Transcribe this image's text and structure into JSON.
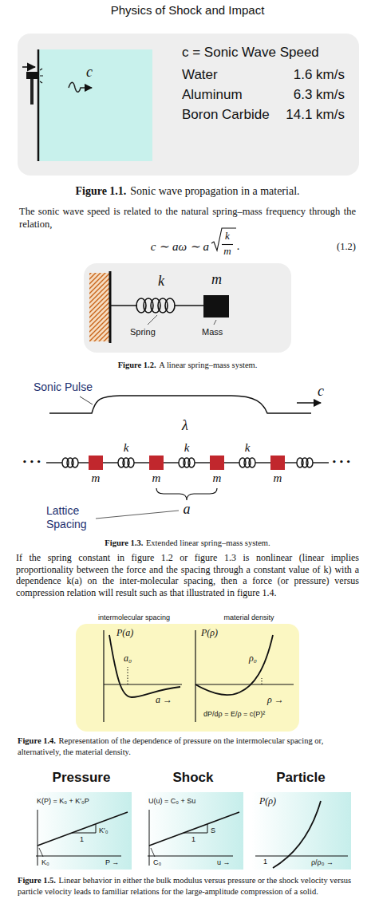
{
  "diagram": {
    "title": "Physics of Shock and Impact",
    "nodes": [
      {
        "text": [
          "c = Sonic Wave Speed",
          "Water",
          "1.6 km/s",
          "Aluminum",
          "6.3 km/s",
          "Boron Carbide",
          "14.1 km/s"
        ]
      },
      {
        "text": [
          "c"
        ],
        "in": 0
      },
      {
        "text": [
          "k",
          "m",
          "Spring",
          "Mass"
        ]
      },
      {
        "text": [
          "P(a)",
          "a₀",
          "a →",
          "P(ρ)",
          "ρ₀",
          "ρ →",
          "dP/dρ = E/ρ = c(P)²"
        ]
      },
      {
        "text": [
          "Pressure",
          "K(P) = K₀ + K′₀P",
          "K′₀",
          "1",
          "K₀",
          "P →"
        ]
      },
      {
        "text": [
          "Shock",
          "U(u) = C₀ + Su",
          "S",
          "1",
          "C₀",
          "u →"
        ]
      },
      {
        "text": [
          "Particle",
          "P(ρ)",
          "ρ/ρ₀ →",
          "1"
        ]
      }
    ],
    "labels": [
      "Figure 1.1.",
      "Sonic wave propagation in a material.",
      "The sonic wave speed is related to the natural spring–mass frequency through the relation,",
      "c ∼ aω ∼ a",
      "k",
      "m",
      ".",
      "(1.2)",
      "Figure 1.2.",
      "A linear spring–mass system.",
      "Sonic Pulse",
      "c",
      "λ",
      "k",
      "k",
      "k",
      "• • •",
      "• • •",
      "m",
      "m",
      "m",
      "m",
      "a",
      "Lattice Spacing",
      "Figure 1.3.",
      "Extended linear spring–mass system.",
      "If the spring constant in figure 1.2 or figure 1.3 is nonlinear (linear implies proportionality between the force and the spacing through a constant value of k) with a dependence k(a) on the inter-molecular spacing, then a force (or pressure) versus compression relation will result such as that illustrated in figure 1.4.",
      "intermolecular spacing",
      "material density",
      "Figure 1.4.",
      "Representation of the dependence of pressure on the intermolecular spacing or, alternatively, the material density.",
      "Figure 1.5.",
      "Linear behavior in either the bulk modulus versus pressure or the shock velocity versus particle velocity leads to familiar relations for the large-amplitude compression of a solid."
    ]
  }
}
